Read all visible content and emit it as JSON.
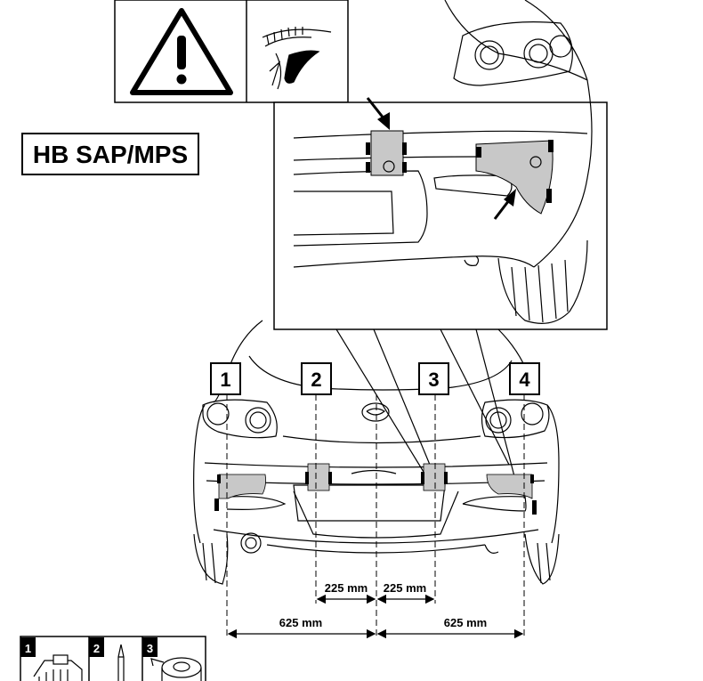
{
  "model_label": "HB SAP/MPS",
  "sensor_positions": [
    "1",
    "2",
    "3",
    "4"
  ],
  "dimensions": {
    "inner_left": "225 mm",
    "inner_right": "225 mm",
    "outer_left": "625 mm",
    "outer_right": "625 mm"
  },
  "tools": [
    "1",
    "2",
    "3"
  ],
  "colors": {
    "line": "#000000",
    "sensor_fill": "#c8c8c8",
    "background": "#ffffff"
  },
  "icons": [
    "warning-icon",
    "caution-detail-icon",
    "arrow-pointer-icon",
    "sensor-marker",
    "drill-tool-icon",
    "pencil-tool-icon",
    "tape-tool-icon"
  ]
}
